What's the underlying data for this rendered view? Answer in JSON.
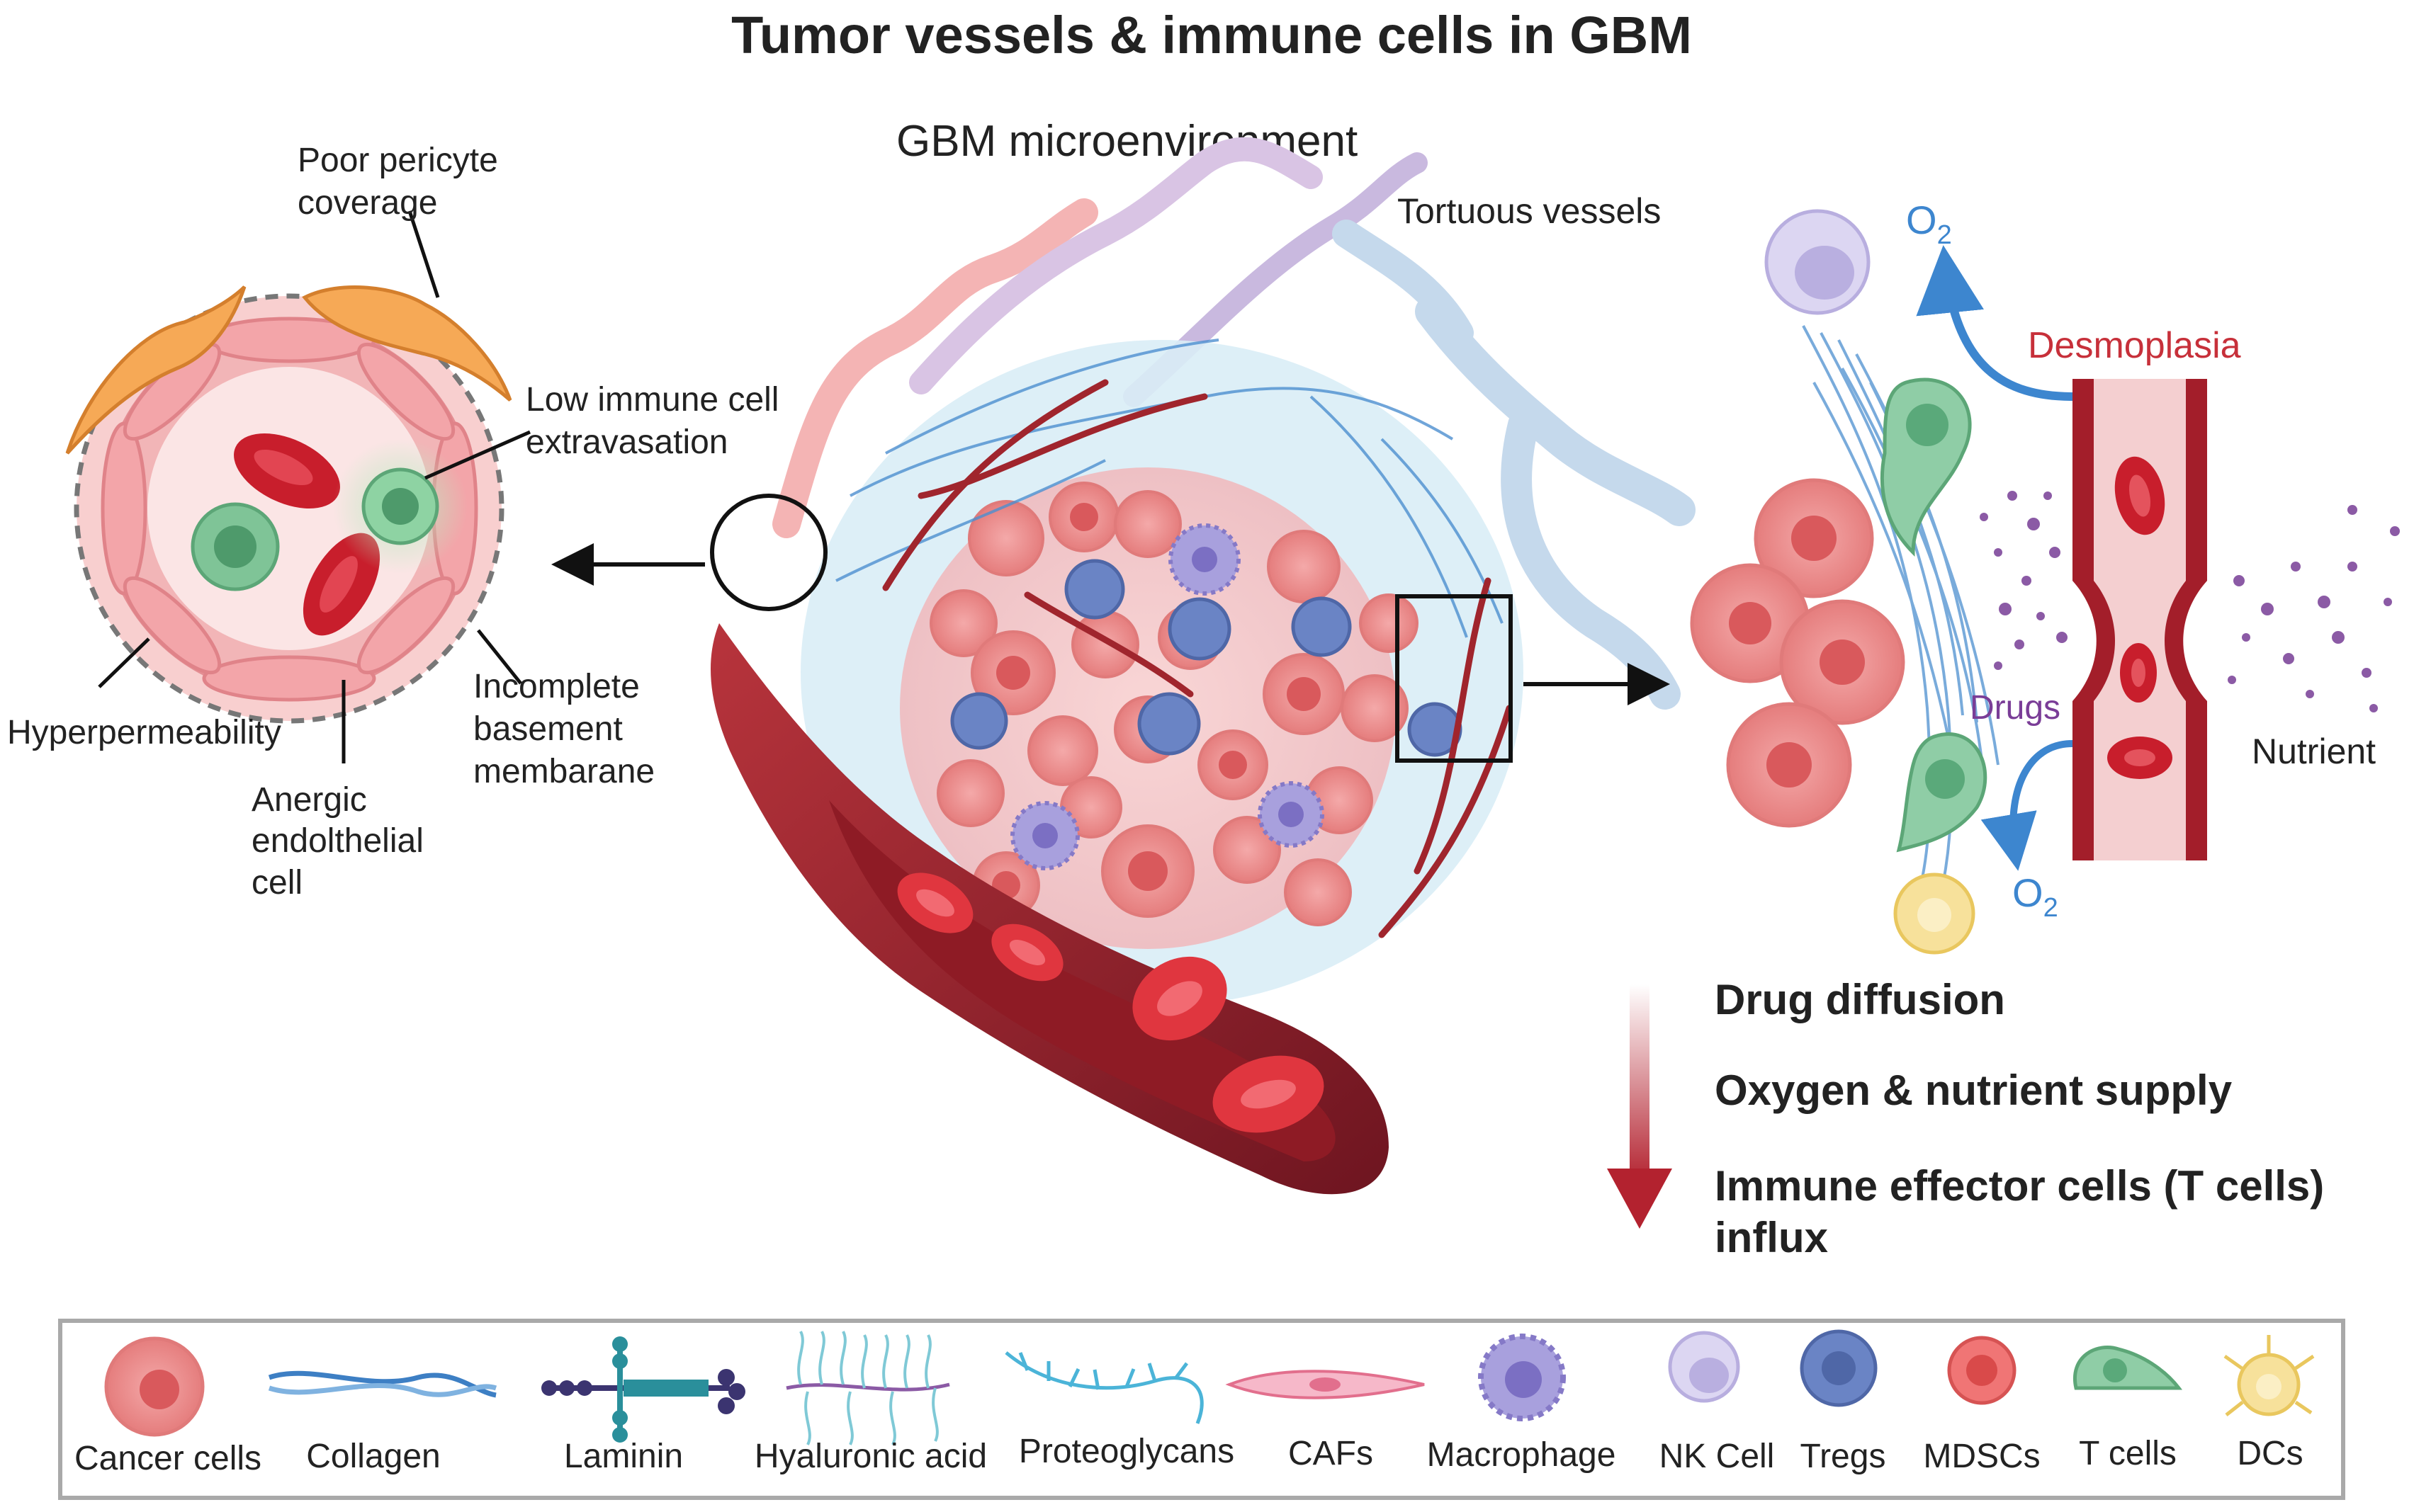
{
  "title": "Tumor vessels & immune cells  in GBM",
  "center": {
    "label": "GBM microenvironment",
    "tortuous": "Tortuous vessels"
  },
  "left": {
    "pericyte": [
      "Poor pericyte",
      "coverage"
    ],
    "low_immune": [
      "Low immune cell",
      "extravasation"
    ],
    "hyperperm": "Hyperpermeability",
    "anergic": [
      "Anergic",
      "endolthelial",
      "cell"
    ],
    "incomplete": [
      "Incomplete",
      "basement",
      "membarane"
    ]
  },
  "right": {
    "o2": "O",
    "o2_sub": "2",
    "desmoplasia": "Desmoplasia",
    "drugs": "Drugs",
    "nutrient": "Nutrient"
  },
  "effects": {
    "line1": "Drug diffusion",
    "line2": "Oxygen & nutrient supply",
    "line3a": "Immune effector cells (T cells)",
    "line3b": "influx"
  },
  "legend": [
    {
      "label": "Cancer cells",
      "icon": "cancer-cell-icon",
      "color": "#ef8f8f"
    },
    {
      "label": "Collagen",
      "icon": "collagen-icon",
      "color": "#3d7fc4"
    },
    {
      "label": "Laminin",
      "icon": "laminin-icon",
      "color": "#3b3470"
    },
    {
      "label": "Hyaluronic acid",
      "icon": "hyaluronic-acid-icon",
      "color": "#7fc9d6"
    },
    {
      "label": "Proteoglycans",
      "icon": "proteoglycans-icon",
      "color": "#4bb4d8"
    },
    {
      "label": "CAFs",
      "icon": "caf-icon",
      "color": "#f09ab5"
    },
    {
      "label": "Macrophage",
      "icon": "macrophage-icon",
      "color": "#9e97d8"
    },
    {
      "label": "NK Cell",
      "icon": "nk-cell-icon",
      "color": "#cfc8ec"
    },
    {
      "label": "Tregs",
      "icon": "treg-icon",
      "color": "#5f7fc0"
    },
    {
      "label": "MDSCs",
      "icon": "mdsc-icon",
      "color": "#f07575"
    },
    {
      "label": "T cells",
      "icon": "t-cell-icon",
      "color": "#8fcda6"
    },
    {
      "label": "DCs",
      "icon": "dc-icon",
      "color": "#f7e19b"
    }
  ]
}
